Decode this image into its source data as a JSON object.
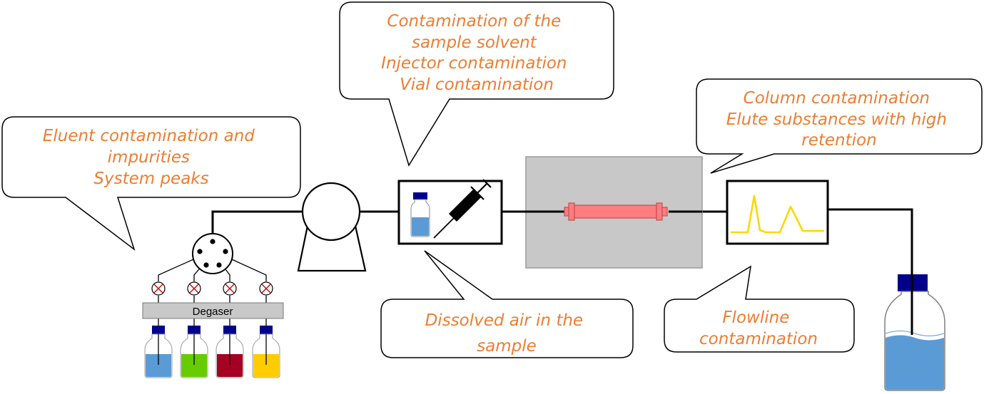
{
  "colors": {
    "callout_text": "#ED7D31",
    "bottle_cap": "#00008B",
    "bottle_blue": "#5B9BD5",
    "bottle_green": "#66CC00",
    "bottle_red": "#A50021",
    "bottle_yellow": "#FFCC00",
    "column_body": "#FF7C80",
    "oven": "#C8C8C8",
    "chromatogram": "#FFD700",
    "degaser": "#C8C8C8"
  },
  "callouts": {
    "eluent": {
      "lines": [
        "Eluent contamination and",
        "impurities",
        "System peaks"
      ]
    },
    "sample": {
      "lines": [
        "Contamination of the",
        "sample solvent",
        "Injector contamination",
        "Vial contamination"
      ]
    },
    "column": {
      "lines": [
        "Column contamination",
        "Elute substances with high",
        "retention"
      ]
    },
    "dissolved_air": {
      "lines": [
        "Dissolved air in the",
        "sample"
      ]
    },
    "flowline": {
      "lines": [
        "Flowline",
        "contamination"
      ]
    }
  },
  "degaser": {
    "label": "Degaser"
  },
  "icons": {
    "pump": "pump-icon",
    "valve": "mixing-valve-icon",
    "injector": "syringe-icon",
    "vial": "vial-icon",
    "column": "column-icon",
    "detector": "chromatogram-icon",
    "waste": "waste-bottle-icon"
  }
}
